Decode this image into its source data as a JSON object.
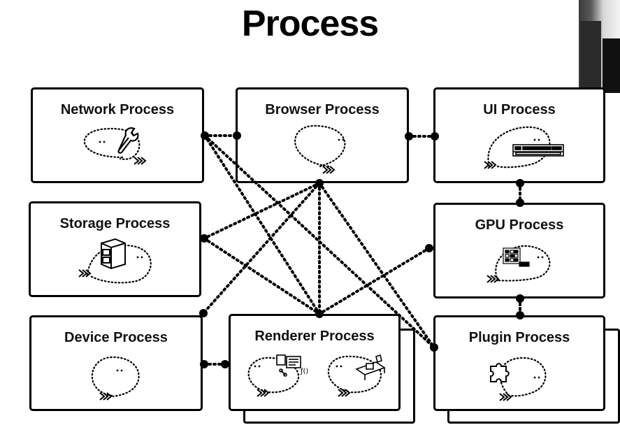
{
  "title": "Process",
  "processes": {
    "network": "Network Process",
    "browser": "Browser Process",
    "ui": "UI Process",
    "storage": "Storage Process",
    "gpu": "GPU Process",
    "device": "Device Process",
    "renderer": "Renderer Process",
    "plugin": "Plugin Process"
  },
  "icons": {
    "network": "wrench-icon",
    "ui": "toolbar-icon",
    "storage": "file-cabinet-icon",
    "gpu": "pixel-grid-icon",
    "renderer": "documents-icon",
    "renderer_second": "desk-icon",
    "plugin": "puzzle-icon"
  },
  "colors": {
    "line": "#000000",
    "background": "#ffffff"
  }
}
